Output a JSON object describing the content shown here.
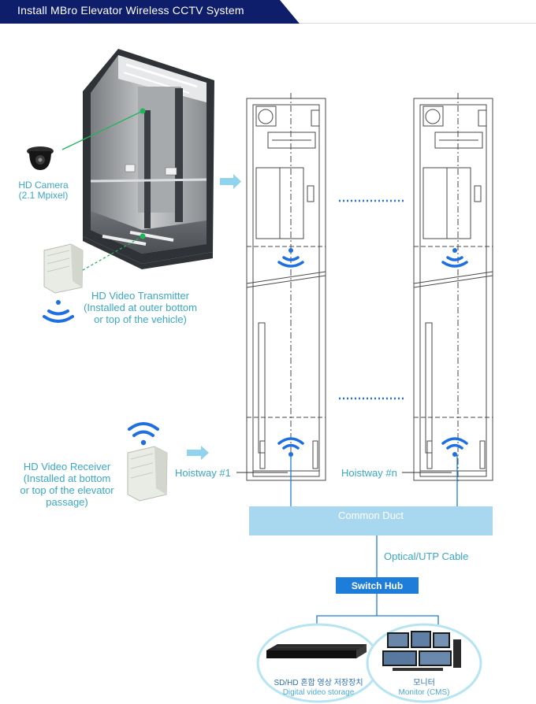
{
  "header": {
    "title": "Install MBro Elevator Wireless CCTV System"
  },
  "camera": {
    "label_line1": "HD Camera",
    "label_line2": "(2.1 Mpixel)"
  },
  "transmitter": {
    "label_line1": "HD Video Transmitter",
    "label_line2": "(Installed at outer bottom",
    "label_line3": "or top of the vehicle)"
  },
  "receiver": {
    "label_line1": "HD Video Receiver",
    "label_line2": "(Installed at bottom",
    "label_line3": "or top of the elevator",
    "label_line4": "passage)"
  },
  "hoistways": [
    {
      "label": "Hoistway #1"
    },
    {
      "label": "Hoistway #n"
    }
  ],
  "network": {
    "duct_label": "Common Duct",
    "cable_label": "Optical/UTP Cable",
    "hub_label": "Switch Hub"
  },
  "storage": {
    "title": "SD/HD 혼합 영상 저장장치",
    "subtitle": "Digital video storage"
  },
  "monitor": {
    "title": "모니터",
    "subtitle": "Monitor (CMS)"
  },
  "colors": {
    "header_bg": "#0f1e6b",
    "accent_teal": "#3aa7c4",
    "wifi_blue": "#1e6fe0",
    "duct": "#a8d8f0",
    "hub": "#1e7dd8"
  }
}
